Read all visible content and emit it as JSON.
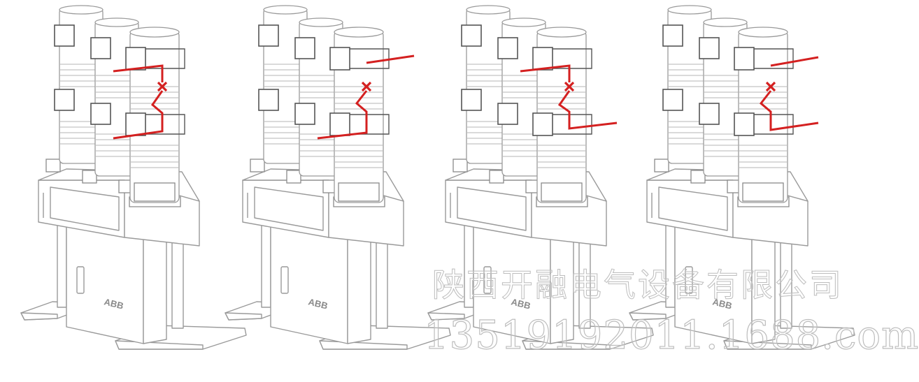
{
  "figure": {
    "units": [
      {
        "id": "unit-1",
        "brand": "ABB"
      },
      {
        "id": "unit-2",
        "brand": "ABB"
      },
      {
        "id": "unit-3",
        "brand": "ABB"
      },
      {
        "id": "unit-4",
        "brand": "ABB"
      }
    ],
    "colors": {
      "outline": "#9a9a9a",
      "body_fill": "#ffffff",
      "wiring": "#d42020",
      "watermark": "#c8c8c8"
    }
  },
  "watermark": {
    "company": "陕西开融电气设备有限公司",
    "url": "13519192011.1688.com"
  }
}
